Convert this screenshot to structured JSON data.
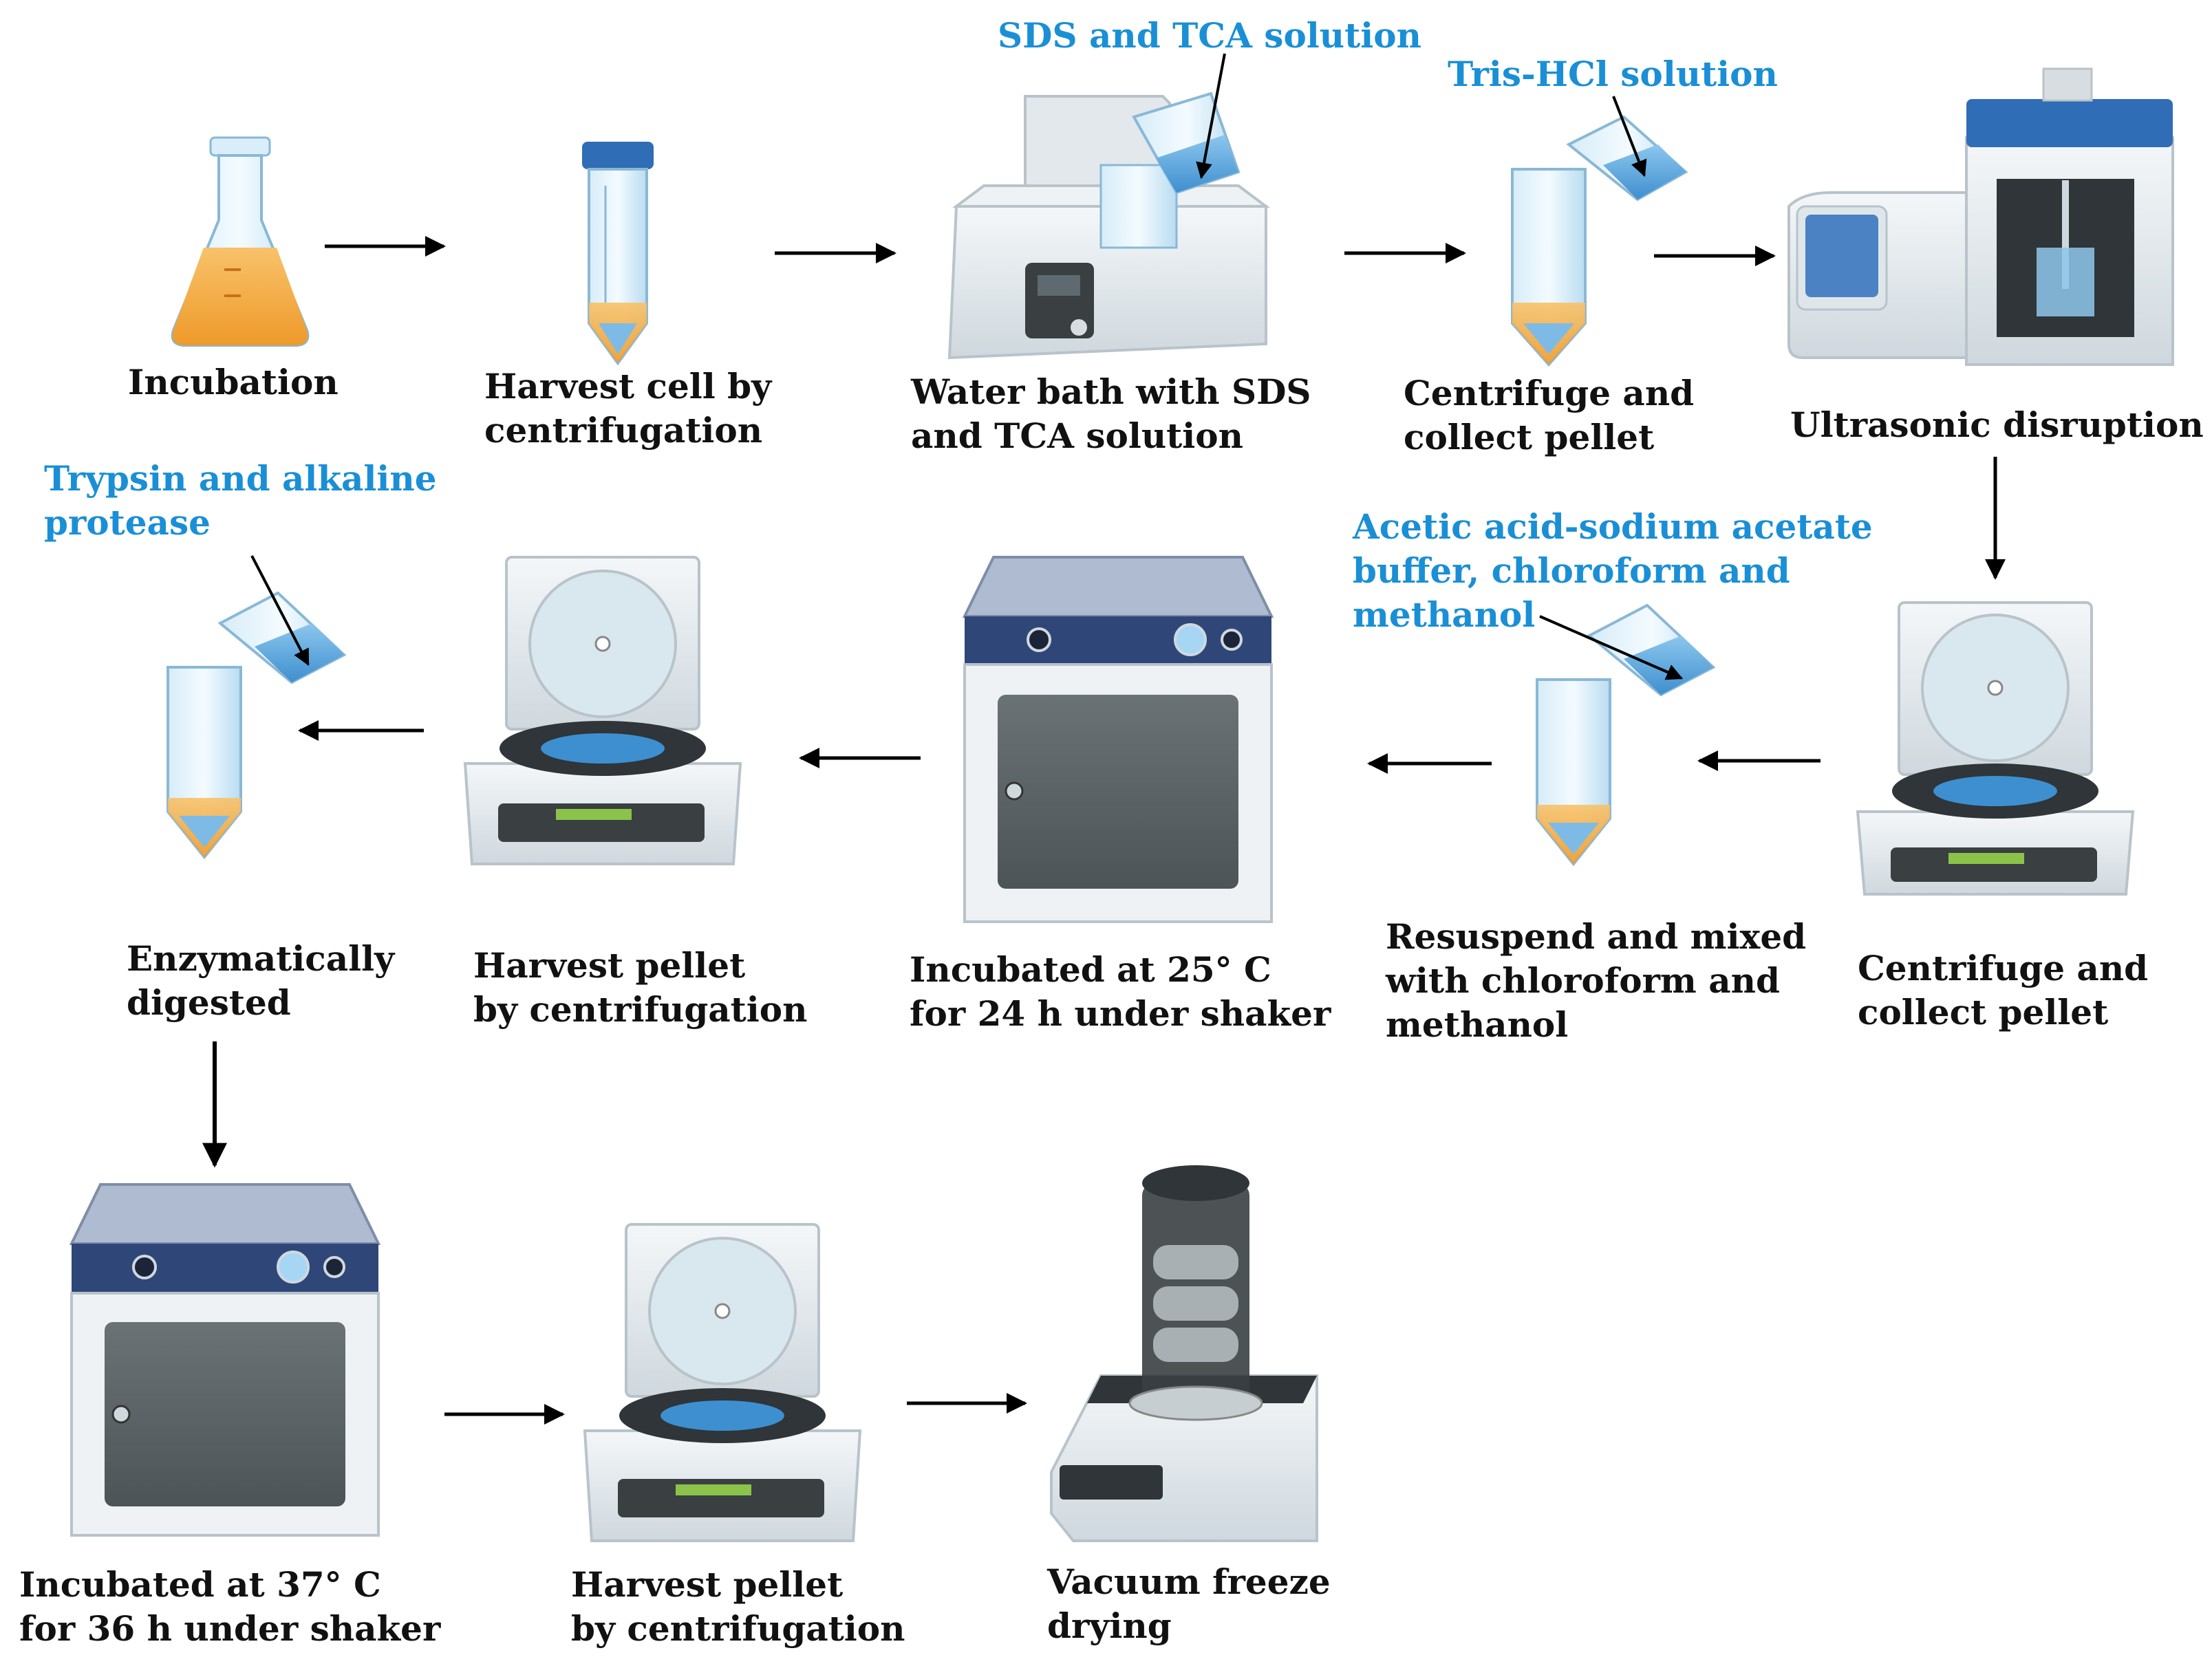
{
  "colors": {
    "blue_text": "#1a8fd6",
    "black_text": "#111111",
    "arrow": "#000000",
    "device_navy": "#2f4778",
    "device_light": "#e8eef2",
    "liquid_blue": "#5aa6dd",
    "liquid_orange": "#f2a53a"
  },
  "steps": [
    {
      "label": "Incubation",
      "icon": "flask-icon"
    },
    {
      "label": "Harvest cell by\ncentrifugation",
      "icon": "tube-icon"
    },
    {
      "label": "Water bath with SDS\nand TCA solution",
      "icon": "water-bath-icon"
    },
    {
      "label": "Centrifuge and\ncollect pellet",
      "icon": "tube-icon"
    },
    {
      "label": "Ultrasonic disruption",
      "icon": "ultrasonic-disruptor-icon"
    },
    {
      "label": "Centrifuge and\ncollect pellet",
      "icon": "centrifuge-icon"
    },
    {
      "label": "Resuspend and mixed\nwith chloroform and\nmethanol",
      "icon": "tube-icon"
    },
    {
      "label": "Incubated at 25° C\nfor 24 h under shaker",
      "icon": "incubator-shaker-icon"
    },
    {
      "label": "Harvest pellet\nby centrifugation",
      "icon": "centrifuge-icon"
    },
    {
      "label": "Enzymatically\ndigested",
      "icon": "tube-icon"
    },
    {
      "label": "Incubated at 37° C\nfor 36 h under shaker",
      "icon": "incubator-shaker-icon"
    },
    {
      "label": "Harvest pellet\nby centrifugation",
      "icon": "centrifuge-icon"
    },
    {
      "label": "Vacuum freeze\ndrying",
      "icon": "freeze-dryer-icon"
    }
  ],
  "reagents": [
    {
      "label": "SDS and TCA solution",
      "icon": "beaker-icon"
    },
    {
      "label": "Tris-HCl solution",
      "icon": "beaker-icon"
    },
    {
      "label": "Trypsin and alkaline\nprotease",
      "icon": "beaker-icon"
    },
    {
      "label": "Acetic acid-sodium acetate\nbuffer, chloroform and\nmethanol",
      "icon": "beaker-icon"
    }
  ]
}
